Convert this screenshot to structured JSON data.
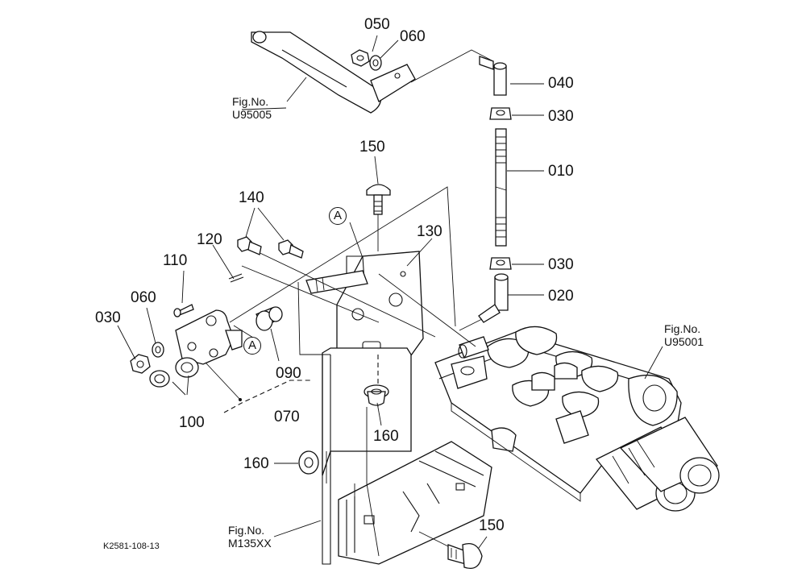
{
  "drawing_code": "K2581-108-13",
  "circle_marker": "A",
  "parts": {
    "p010": "010",
    "p020": "020",
    "p030_top": "030",
    "p030_mid": "030",
    "p030_left": "030",
    "p040": "040",
    "p050": "050",
    "p060_top": "060",
    "p060_left": "060",
    "p070": "070",
    "p090": "090",
    "p100": "100",
    "p110": "110",
    "p120": "120",
    "p130": "130",
    "p140": "140",
    "p150_top": "150",
    "p150_bottom": "150",
    "p160_left": "160",
    "p160_center": "160"
  },
  "figure_refs": {
    "ref_top": {
      "line1": "Fig.No.",
      "line2": "U95005"
    },
    "ref_right": {
      "line1": "Fig.No.",
      "line2": "U95001"
    },
    "ref_bottom": {
      "line1": "Fig.No.",
      "line2": "M135XX"
    }
  }
}
